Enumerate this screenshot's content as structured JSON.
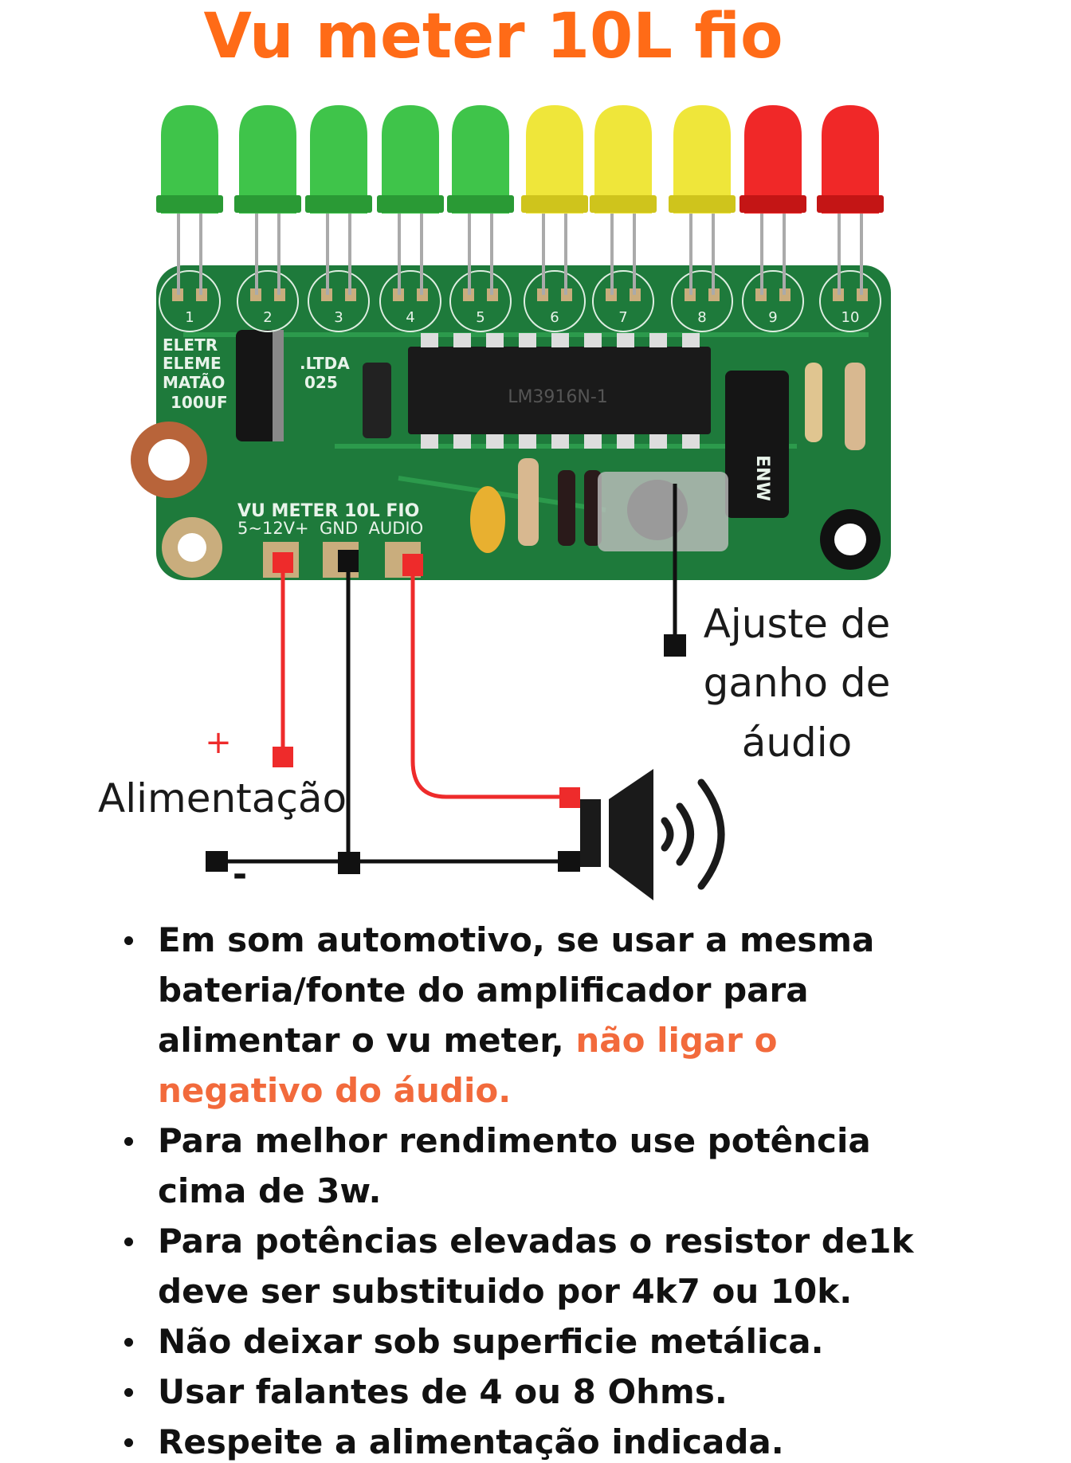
{
  "title": "Vu meter 10L fio",
  "colors": {
    "title": "#ff6b17",
    "pcb": "#1e7a3b",
    "wire_red": "#ee2b2b",
    "wire_black": "#111111",
    "highlight": "#f26a3c"
  },
  "leds": [
    {
      "number": "1",
      "color": "green"
    },
    {
      "number": "2",
      "color": "green"
    },
    {
      "number": "3",
      "color": "green"
    },
    {
      "number": "4",
      "color": "green"
    },
    {
      "number": "5",
      "color": "green"
    },
    {
      "number": "6",
      "color": "yellow"
    },
    {
      "number": "7",
      "color": "yellow"
    },
    {
      "number": "8",
      "color": "yellow"
    },
    {
      "number": "9",
      "color": "red"
    },
    {
      "number": "10",
      "color": "red"
    }
  ],
  "pcb": {
    "maker_lines": [
      "ELETR",
      "ELEME",
      "MATÃO",
      "100UF"
    ],
    "maker_right": [
      ".LTDA",
      "025"
    ],
    "board_name": "VU METER 10L FIO",
    "pin_labels": "5~12V+  GND  AUDIO",
    "chip": "LM3916N-1",
    "cap_brand": "ENW"
  },
  "labels": {
    "plus": "+",
    "minus": "-",
    "power": "Alimentação",
    "gain": [
      "Ajuste de",
      "ganho de",
      "áudio"
    ]
  },
  "notes": [
    {
      "lines": [
        [
          "Em som automotivo, se usar a mesma"
        ],
        [
          "bateria/fonte do amplificador para"
        ],
        [
          "alimentar o vu meter, ",
          "não ligar o"
        ],
        [
          "",
          "negativo do áudio."
        ]
      ]
    },
    {
      "lines": [
        [
          "Para melhor rendimento use potência"
        ],
        [
          "cima de 3w."
        ]
      ]
    },
    {
      "lines": [
        [
          "Para potências elevadas o resistor de1k"
        ],
        [
          "deve ser substituido por 4k7 ou 10k."
        ]
      ]
    },
    {
      "lines": [
        [
          "Não deixar sob superficie metálica."
        ]
      ]
    },
    {
      "lines": [
        [
          "Usar falantes de 4 ou 8 Ohms."
        ]
      ]
    },
    {
      "lines": [
        [
          "Respeite a alimentação indicada."
        ]
      ]
    }
  ]
}
